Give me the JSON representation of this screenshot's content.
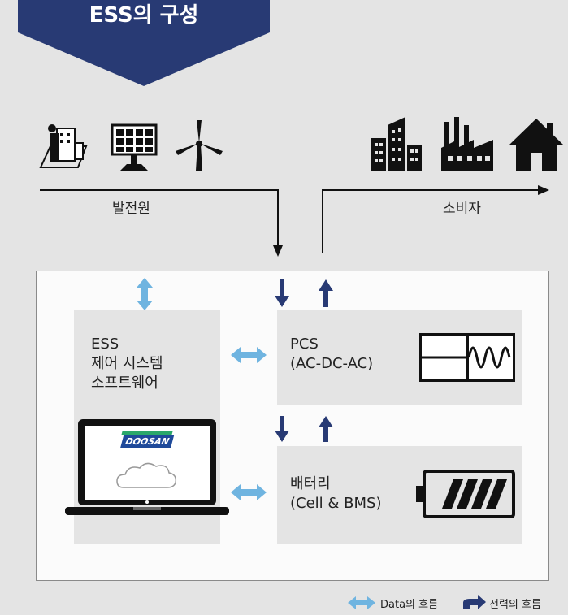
{
  "banner": {
    "title": "ESS의 구성",
    "color": "#283a74"
  },
  "top": {
    "source_label": "발전원",
    "consumer_label": "소비자",
    "source_icons": [
      "power-plant-icon",
      "solar-panel-icon",
      "wind-turbine-icon"
    ],
    "consumer_icons": [
      "office-building-icon",
      "factory-icon",
      "house-icon"
    ]
  },
  "software": {
    "line1": "ESS",
    "line2": "제어 시스템",
    "line3": "소프트웨어",
    "logo_text": "DOOSAN"
  },
  "pcs": {
    "line1": "PCS",
    "line2": "(AC-DC-AC)"
  },
  "battery": {
    "line1": "배터리",
    "line2": "(Cell & BMS)"
  },
  "legend": {
    "data_flow": "Data의 흐름",
    "power_flow": "전력의 흐름"
  },
  "colors": {
    "navy": "#283a74",
    "data_arrow": "#6fb4e0",
    "logo_blue": "#1f4a9a",
    "logo_green": "#2aa86a"
  }
}
